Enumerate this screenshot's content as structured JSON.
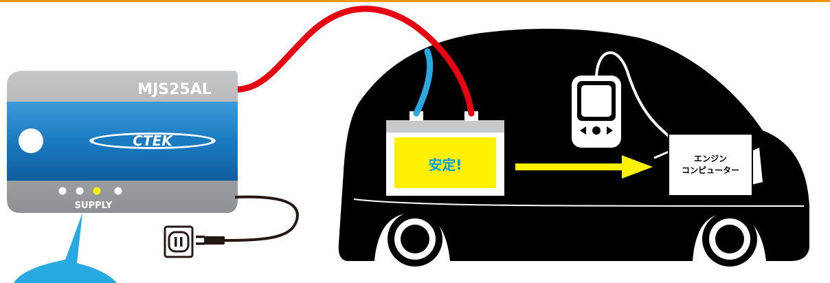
{
  "charger": {
    "model": "MJS25AL",
    "brand": "CTEK",
    "supply_label": "SUPPLY"
  },
  "battery": {
    "status": "安定!"
  },
  "ecu": {
    "line1": "エンジン",
    "line2": "コンピューター"
  },
  "colors": {
    "top_border": "#f39800",
    "charger_blue": "#1b7bc1",
    "charger_gray": "#a7a9ac",
    "cable_red": "#e60012",
    "cable_blue": "#29a9e1",
    "battery_yellow": "#fff100",
    "car_body": "#000000",
    "callout": "#29a9e1",
    "active_led": "#fff100"
  }
}
